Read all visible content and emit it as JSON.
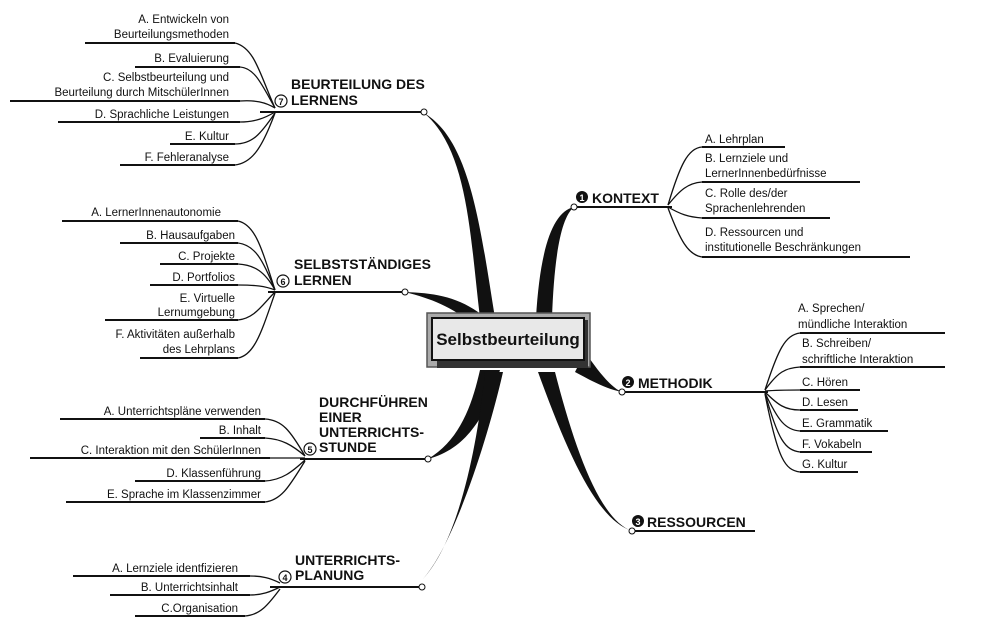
{
  "center": "Selbstbeurteilung",
  "branches": {
    "b7": {
      "num": "7",
      "title": [
        "BEURTEILUNG DES",
        "LERNENS"
      ],
      "items": [
        [
          "A. Entwickeln von",
          "Beurteilungsmethoden"
        ],
        [
          "B. Evaluierung"
        ],
        [
          "C. Selbstbeurteilung und",
          "Beurteilung durch MitschülerInnen"
        ],
        [
          "D. Sprachliche Leistungen"
        ],
        [
          "E. Kultur"
        ],
        [
          "F. Fehleranalyse"
        ]
      ]
    },
    "b6": {
      "num": "6",
      "title": [
        "SELBSTSTÄNDIGES",
        "LERNEN"
      ],
      "items": [
        [
          "A. LernerInnenautonomie"
        ],
        [
          "B. Hausaufgaben"
        ],
        [
          "C. Projekte"
        ],
        [
          "D. Portfolios"
        ],
        [
          "E. Virtuelle",
          "Lernumgebung"
        ],
        [
          "F. Aktivitäten außerhalb",
          "des Lehrplans"
        ]
      ]
    },
    "b5": {
      "num": "5",
      "title": [
        "DURCHFÜHREN",
        "EINER",
        "UNTERRICHTS-",
        "STUNDE"
      ],
      "items": [
        [
          "A. Unterrichtspläne verwenden"
        ],
        [
          "B. Inhalt"
        ],
        [
          "C. Interaktion mit den SchülerInnen"
        ],
        [
          "D. Klassenführung"
        ],
        [
          "E. Sprache im Klassenzimmer"
        ]
      ]
    },
    "b4": {
      "num": "4",
      "title": [
        "UNTERRICHTS-",
        "PLANUNG"
      ],
      "items": [
        [
          "A. Lernziele identfizieren"
        ],
        [
          "B. Unterrichtsinhalt"
        ],
        [
          "C.Organisation"
        ]
      ]
    },
    "b1": {
      "num": "1",
      "title": [
        "KONTEXT"
      ],
      "items": [
        [
          "A. Lehrplan"
        ],
        [
          "B. Lernziele und",
          "LernerInnenbedürfnisse"
        ],
        [
          "C. Rolle des/der",
          "Sprachenlehrenden"
        ],
        [
          "D. Ressourcen und",
          "institutionelle Beschränkungen"
        ]
      ]
    },
    "b2": {
      "num": "2",
      "title": [
        "METHODIK"
      ],
      "items": [
        [
          "A. Sprechen/",
          "mündliche Interaktion"
        ],
        [
          "B. Schreiben/",
          "schriftliche Interaktion"
        ],
        [
          "C. Hören"
        ],
        [
          "D. Lesen"
        ],
        [
          "E. Grammatik"
        ],
        [
          "F. Vokabeln"
        ],
        [
          "G. Kultur"
        ]
      ]
    },
    "b3": {
      "num": "3",
      "title": [
        "RESSOURCEN"
      ],
      "items": []
    }
  }
}
